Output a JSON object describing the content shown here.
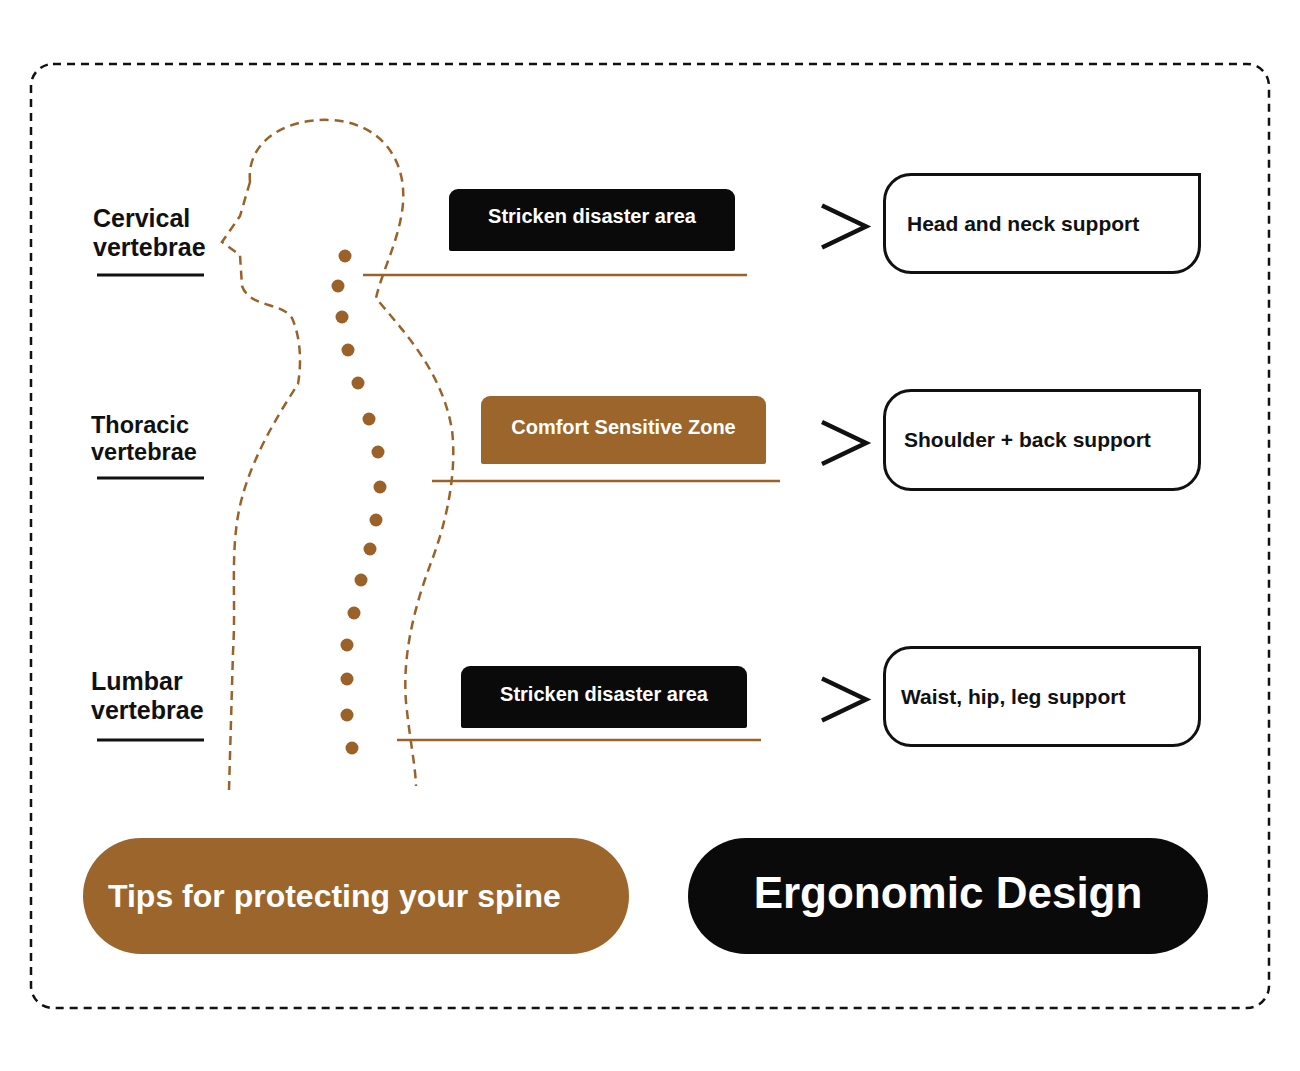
{
  "diagram": {
    "nodes": [
      {
        "text": [
          "Stricken disaster area"
        ]
      },
      {
        "text": [
          "Head and neck support"
        ]
      },
      {
        "text": [
          "Comfort Sensitive Zone"
        ]
      },
      {
        "text": [
          "Shoulder + back support"
        ]
      },
      {
        "text": [
          "Stricken disaster area"
        ]
      },
      {
        "text": [
          "Waist, hip, leg support"
        ]
      },
      {
        "text": [
          "Tips for protecting your spine"
        ]
      },
      {
        "text": [
          "Ergonomic Design"
        ]
      }
    ],
    "edges": [
      {
        "from": 0,
        "to": 1,
        "arrow": "to"
      },
      {
        "from": 2,
        "to": 3,
        "arrow": "to"
      },
      {
        "from": 4,
        "to": 5,
        "arrow": "to"
      }
    ],
    "labels": [
      "Cervical vertebrae",
      "Thoracic vertebrae",
      "Lumbar vertebrae"
    ]
  }
}
